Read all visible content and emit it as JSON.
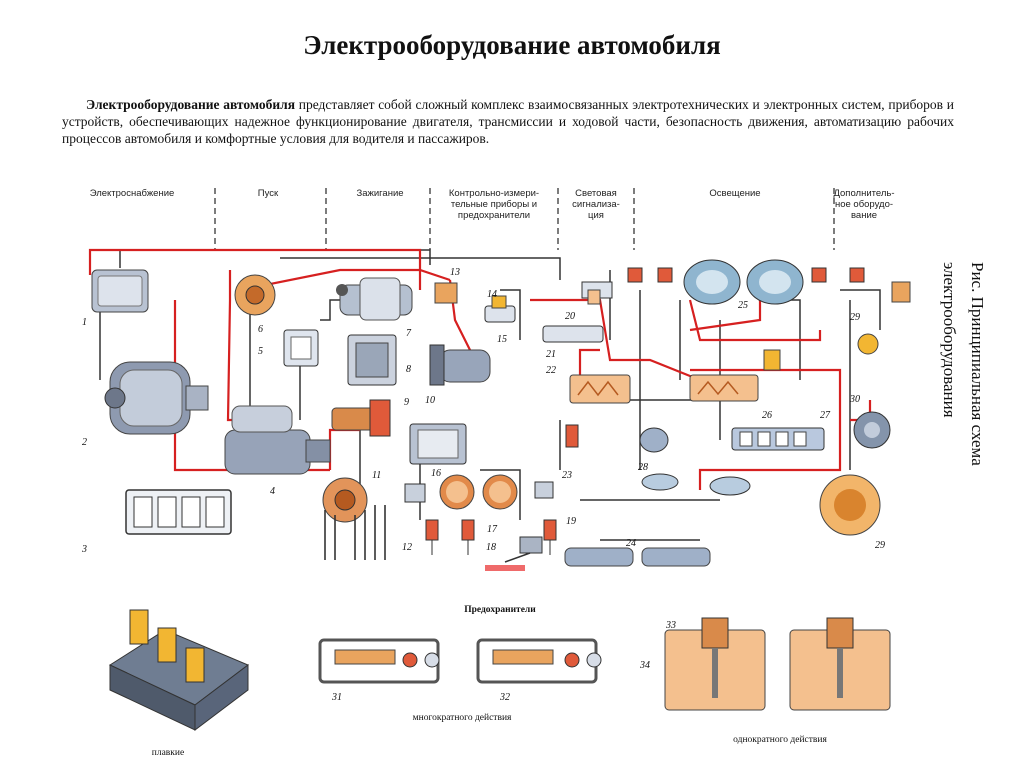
{
  "title": "Электрооборудование автомобиля",
  "intro": {
    "bold": "Электрооборудование автомобиля",
    "text": " представляет собой сложный комплекс взаимосвязанных электротехнических и электронных систем, приборов и устройств, обеспечивающих надежное функционирование двигателя, трансмиссии и ходовой части, безопасность движения, автоматизацию рабочих процессов автомобиля и комфортные условия для водителя и пассажиров."
  },
  "figure_caption": {
    "line1": "Рис. Принципиальная схема",
    "line2": "электрооборудования"
  },
  "diagram": {
    "sections": [
      {
        "line1": "Электроснабжение",
        "line2": "",
        "line3": ""
      },
      {
        "line1": "Пуск",
        "line2": "",
        "line3": ""
      },
      {
        "line1": "Зажигание",
        "line2": "",
        "line3": ""
      },
      {
        "line1": "Контрольно-измери-",
        "line2": "тельные приборы и",
        "line3": "предохранители"
      },
      {
        "line1": "Световая",
        "line2": "сигнализа-",
        "line3": "ция"
      },
      {
        "line1": "Освещение",
        "line2": "",
        "line3": ""
      },
      {
        "line1": "Дополнитель-",
        "line2": "ное оборудо-",
        "line3": "вание"
      }
    ],
    "numbers": [
      "1",
      "2",
      "3",
      "4",
      "5",
      "6",
      "7",
      "8",
      "9",
      "10",
      "11",
      "12",
      "13",
      "14",
      "15",
      "16",
      "17",
      "18",
      "19",
      "20",
      "21",
      "22",
      "23",
      "24",
      "25",
      "26",
      "27",
      "28",
      "29",
      "29",
      "30"
    ],
    "fuses_label": "Предохранители",
    "fuse_numbers": [
      "31",
      "32",
      "33",
      "34"
    ],
    "captions": {
      "fusible": "плавкие",
      "multi": "многократного действия",
      "single": "однократного действия"
    }
  },
  "colors": {
    "wire_red": "#d62020",
    "wire_dark": "#333333",
    "metal": "#9aa6b8",
    "copper": "#d98a4a",
    "fuse_yellow": "#f2b632"
  }
}
